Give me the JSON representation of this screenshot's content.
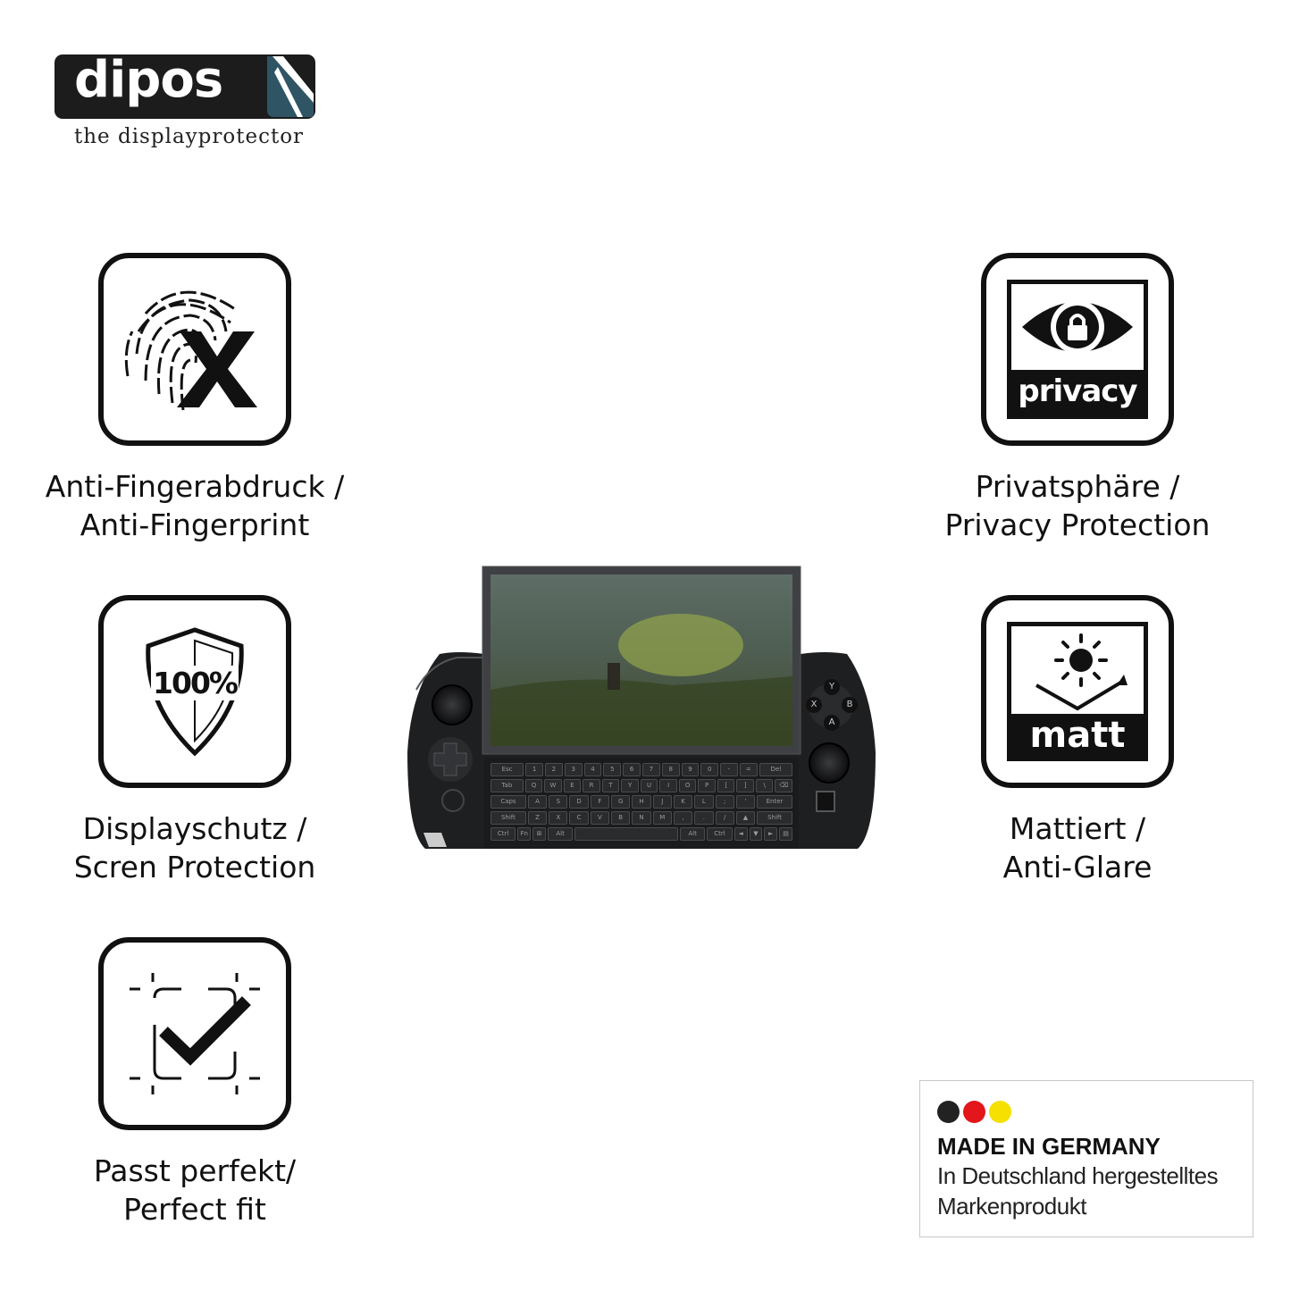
{
  "brand": {
    "name": "dipos",
    "tagline": "the displayprotector",
    "colors": {
      "logo_bg": "#1c1c1c",
      "logo_fold": "#2f5565"
    }
  },
  "features": [
    {
      "icon": "fingerprint-x-icon",
      "line1": "Anti-Fingerabdruck /",
      "line2": "Anti-Fingerprint"
    },
    {
      "icon": "privacy-eye-lock-icon",
      "badge": "privacy",
      "line1": "Privatsphäre /",
      "line2": "Privacy Protection"
    },
    {
      "icon": "shield-100-icon",
      "badge": "100%",
      "line1": "Displayschutz /",
      "line2": "Scren Protection"
    },
    {
      "icon": "matt-sun-icon",
      "badge": "matt",
      "line1": "Mattiert /",
      "line2": "Anti-Glare"
    },
    {
      "icon": "perfect-fit-check-icon",
      "line1": "Passt perfekt/",
      "line2": "Perfect fit"
    }
  ],
  "made_in_germany": {
    "title": "MADE IN GERMANY",
    "line1": "In Deutschland hergestelltes",
    "line2": "Markenprodukt",
    "flag_colors": [
      "#222222",
      "#e3161b",
      "#f6e000"
    ]
  },
  "device": {
    "face_buttons": [
      "Y",
      "X",
      "B",
      "A"
    ],
    "keyboard_rows": [
      [
        "Esc",
        "1",
        "2",
        "3",
        "4",
        "5",
        "6",
        "7",
        "8",
        "9",
        "0",
        "-",
        "=",
        "Del"
      ],
      [
        "Tab",
        "Q",
        "W",
        "E",
        "R",
        "T",
        "Y",
        "U",
        "I",
        "O",
        "P",
        "[",
        "]",
        "\\",
        "⌫"
      ],
      [
        "Caps",
        "A",
        "S",
        "D",
        "F",
        "G",
        "H",
        "J",
        "K",
        "L",
        ";",
        "'",
        "Enter"
      ],
      [
        "Shift",
        "Z",
        "X",
        "C",
        "V",
        "B",
        "N",
        "M",
        ",",
        ".",
        "/",
        "▲",
        "Shift"
      ],
      [
        "Ctrl",
        "Fn",
        "⊞",
        "Alt",
        "",
        "Alt",
        "Ctrl",
        "◄",
        "▼",
        "►",
        "▤"
      ]
    ]
  }
}
